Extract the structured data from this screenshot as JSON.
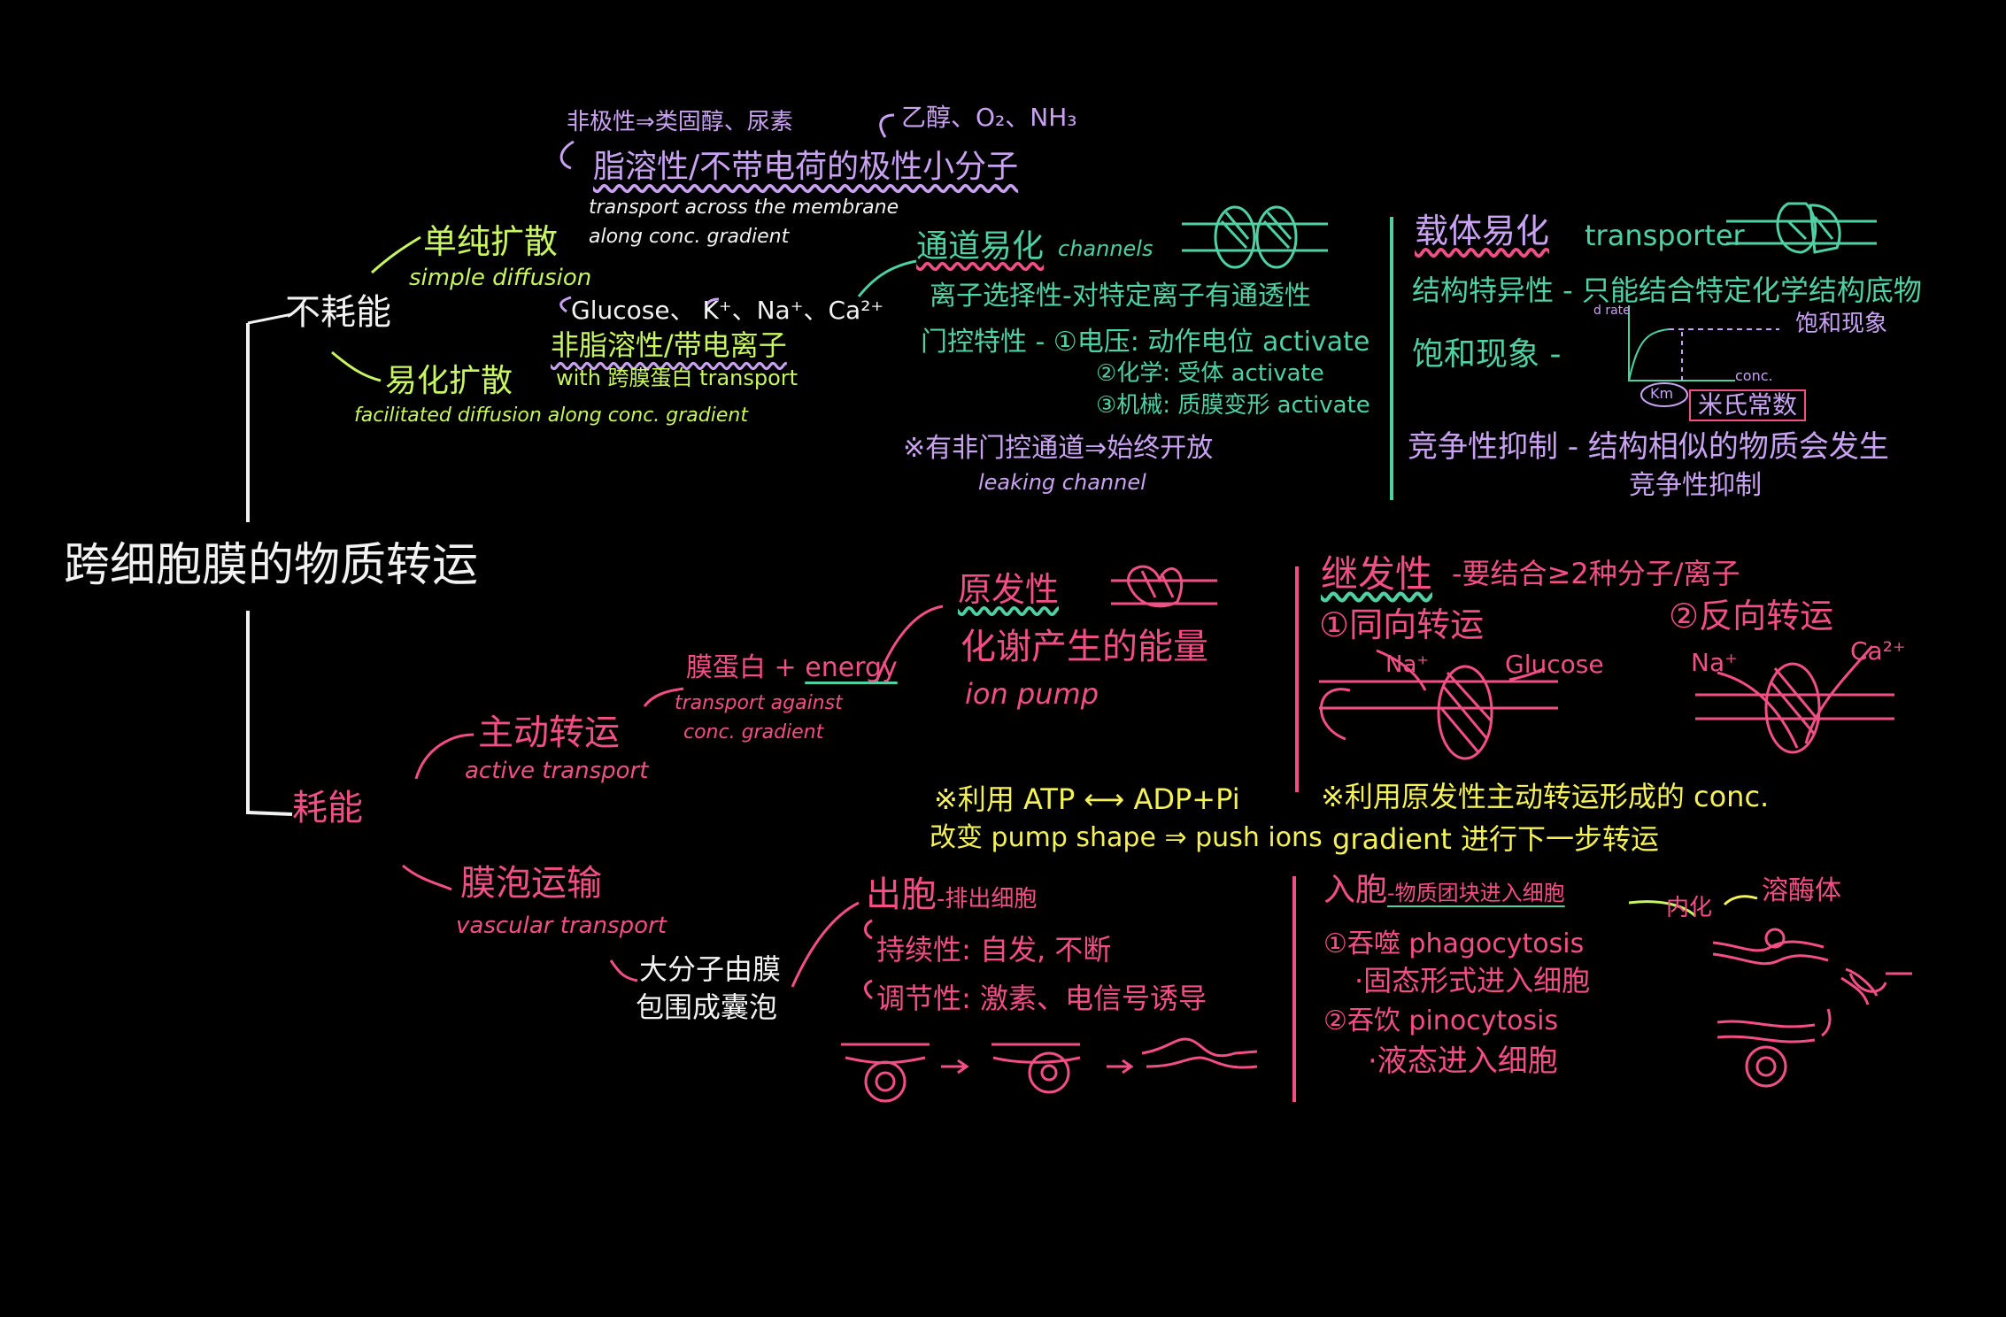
{
  "root": "跨细胞膜的物质转运",
  "passive": {
    "title": "不耗能",
    "simple": {
      "title": "单纯扩散",
      "title_en": "simple diffusion",
      "nonpolar": "非极性⇒类固醇、尿素",
      "examples": "乙醇、O₂、NH₃",
      "property": "脂溶性/不带电荷的极性小分子",
      "desc1": "transport across the membrane",
      "desc2": "along conc. gradient"
    },
    "facilitated": {
      "title": "易化扩散",
      "examples": "Glucose、  K⁺、Na⁺、Ca²⁺",
      "property": "非脂溶性/带电离子",
      "with": "with 跨膜蛋白 transport",
      "title_en": "facilitated diffusion along conc. gradient",
      "channel": {
        "title": "通道易化",
        "title_en": "channels",
        "sel": "离子选择性-对特定离子有通透性",
        "gate": "门控特性 - ①电压: 动作电位 activate",
        "gate2": "②化学: 受体 activate",
        "gate3": "③机械: 质膜变形 activate",
        "leak": "※有非门控通道⇒始终开放",
        "leak_en": "leaking channel"
      },
      "carrier": {
        "title": "载体易化",
        "title_en": "transporter",
        "spec": "结构特异性 - 只能结合特定化学结构底物",
        "sat": "饱和现象 -",
        "sat_note": "饱和现象",
        "graph_rate": "d rate",
        "graph_xlabel": "conc.",
        "graph_km": "Km",
        "km_label": "米氏常数",
        "comp": "竞争性抑制 - 结构相似的物质会发生",
        "comp2": "竞争性抑制"
      }
    }
  },
  "active": {
    "title": "耗能",
    "main": {
      "title": "主动转运",
      "title_en": "active transport",
      "protein": "膜蛋白 +",
      "energy": "energy",
      "desc1": "transport against",
      "desc2": "conc. gradient",
      "primary": {
        "title": "原发性",
        "energy": "化谢产生的能量",
        "pump": "ion pump",
        "atp": "※利用 ATP ⟷ ADP+Pi",
        "shape": "改变 pump shape ⇒ push ions"
      },
      "secondary": {
        "title": "继发性",
        "need": "-要结合≥2种分子/离子",
        "sym": "①同向转运",
        "anti": "②反向转运",
        "na1": "Na⁺",
        "glucose": "Glucose",
        "na2": "Na⁺",
        "ca": "Ca²⁺",
        "note1": "※利用原发性主动转运形成的 conc.",
        "note2": "gradient 进行下一步转运"
      }
    },
    "vesicle": {
      "title": "膜泡运输",
      "title_en": "vascular transport",
      "desc1": "大分子由膜",
      "desc2": "包围成囊泡",
      "exo": {
        "title": "出胞",
        "desc": "-排出细胞",
        "cont": "持续性: 自发, 不断",
        "reg": "调节性: 激素、电信号诱导"
      },
      "endo": {
        "title": "入胞",
        "desc": "-物质团块进入细胞",
        "inner": "内化",
        "lyso": "溶酶体",
        "phago": "①吞噬 phagocytosis",
        "phago2": "·固态形式进入细胞",
        "pino": "②吞饮 pinocytosis",
        "pino2": "·液态进入细胞"
      }
    }
  },
  "colors": {
    "white": "#f2f2f2",
    "green": "#c8f562",
    "purple": "#c9a2f2",
    "teal": "#4fd1a4",
    "pink": "#f24f86",
    "yellow": "#f4f15a"
  }
}
